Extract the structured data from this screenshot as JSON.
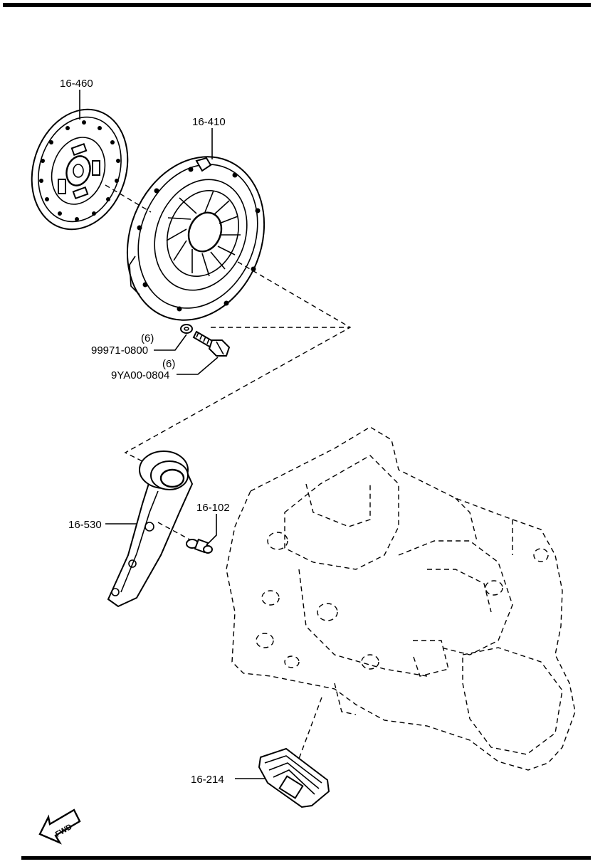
{
  "parts": [
    {
      "id": "clutch-disc",
      "label": "16-460"
    },
    {
      "id": "clutch-cover",
      "label": "16-410"
    },
    {
      "id": "lock-washer",
      "qty": "(6)",
      "label": "99971-0800"
    },
    {
      "id": "cover-bolt",
      "qty": "(6)",
      "label": "9YA00-0804"
    },
    {
      "id": "release-fork",
      "label": "16-530"
    },
    {
      "id": "pivot-bolt",
      "label": "16-102"
    },
    {
      "id": "boot",
      "label": "16-214"
    }
  ],
  "fwd_label": "FWD"
}
